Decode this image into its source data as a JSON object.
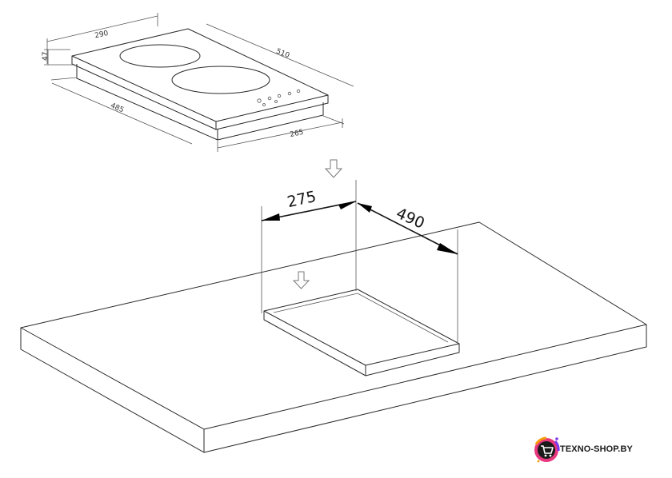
{
  "hob_dimensions": {
    "width": "290",
    "depth": "510",
    "height": "47",
    "cutout_depth_small": "485",
    "cutout_width_small": "265"
  },
  "cutout_dimensions": {
    "width": "275",
    "depth": "490"
  },
  "brand": {
    "name": "TEXNO-SHOP.BY",
    "colors": [
      "#e8387f",
      "#7c3aed",
      "#f59e0b",
      "#1a1a1a"
    ]
  },
  "icons": [
    "down-arrow-icon",
    "cart-icon"
  ]
}
